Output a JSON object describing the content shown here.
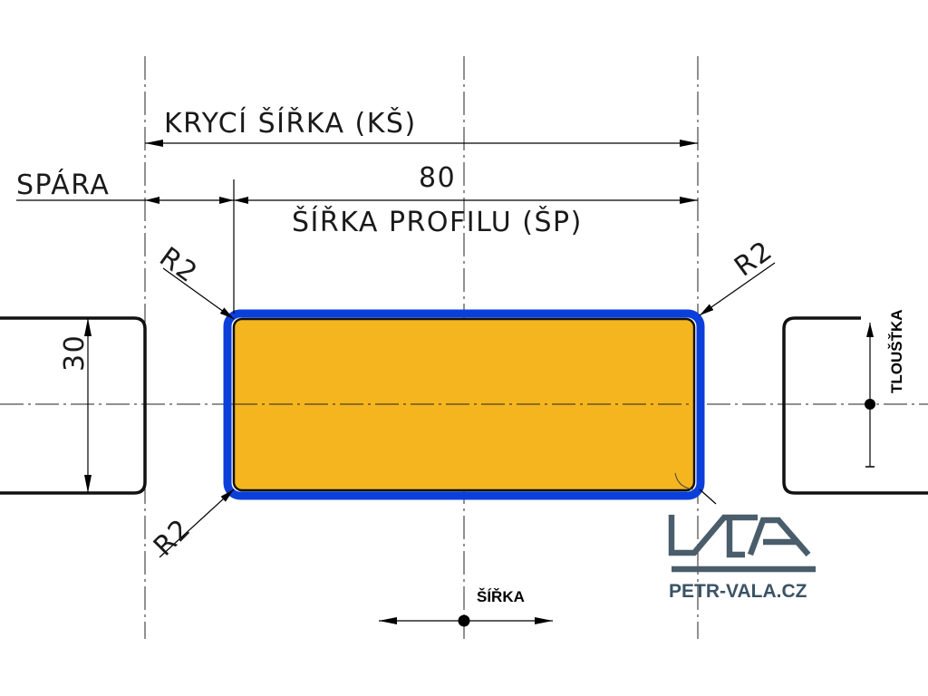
{
  "drawing": {
    "labels": {
      "covering_width": "KRYCÍ ŠÍŘKA (KŠ)",
      "gap": "SPÁRA",
      "dimension_80": "80",
      "profile_width": "ŠÍŘKA PROFILU (ŠP)",
      "radius_top_left": "R2",
      "radius_top_right": "R2",
      "radius_bottom_left": "R2",
      "dimension_30": "30",
      "thickness": "TLOUŠŤKA",
      "width": "ŠÍŘKA"
    },
    "colors": {
      "profile_fill": "#f5b51f",
      "profile_outline": "#0b3fd9",
      "logo": "#4a5d6b",
      "logo_text": "#3a5366"
    }
  },
  "logo": {
    "text": "PETR-VALA.CZ"
  }
}
